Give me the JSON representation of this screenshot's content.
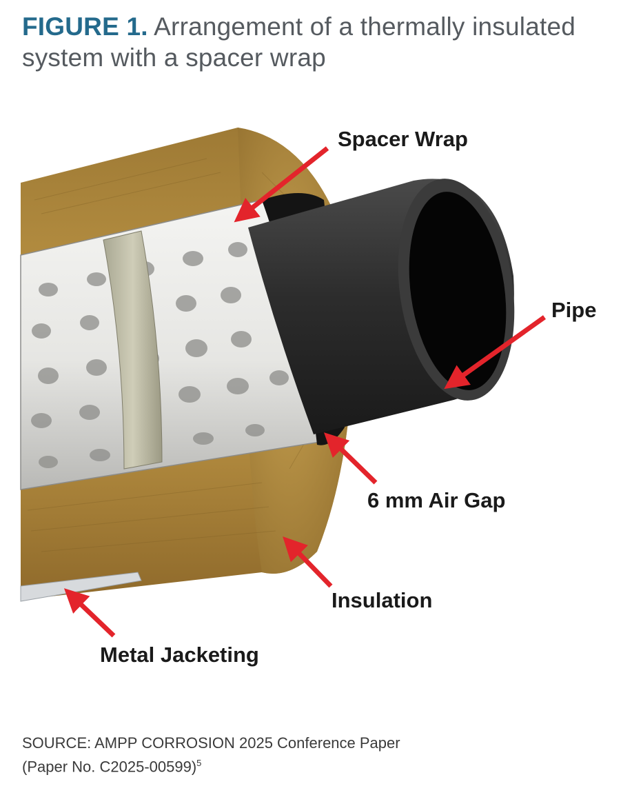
{
  "caption": {
    "figure_label": "FIGURE 1.",
    "title": "Arrangement of a thermally insulated system with a spacer wrap"
  },
  "callouts": {
    "spacer_wrap": "Spacer Wrap",
    "pipe": "Pipe",
    "air_gap": "6 mm Air Gap",
    "insulation": "Insulation",
    "metal_jacketing": "Metal Jacketing"
  },
  "source": {
    "line1": "SOURCE: AMPP CORROSION 2025 Conference Paper",
    "line2": "(Paper No. C2025-00599)",
    "footnote": "5"
  },
  "colors": {
    "caption_accent": "#246a8c",
    "arrow": "#e3242b",
    "insulation": "#b8903f",
    "spacer_wrap": "#e9e9e6",
    "pipe": "#2b2b2b"
  }
}
